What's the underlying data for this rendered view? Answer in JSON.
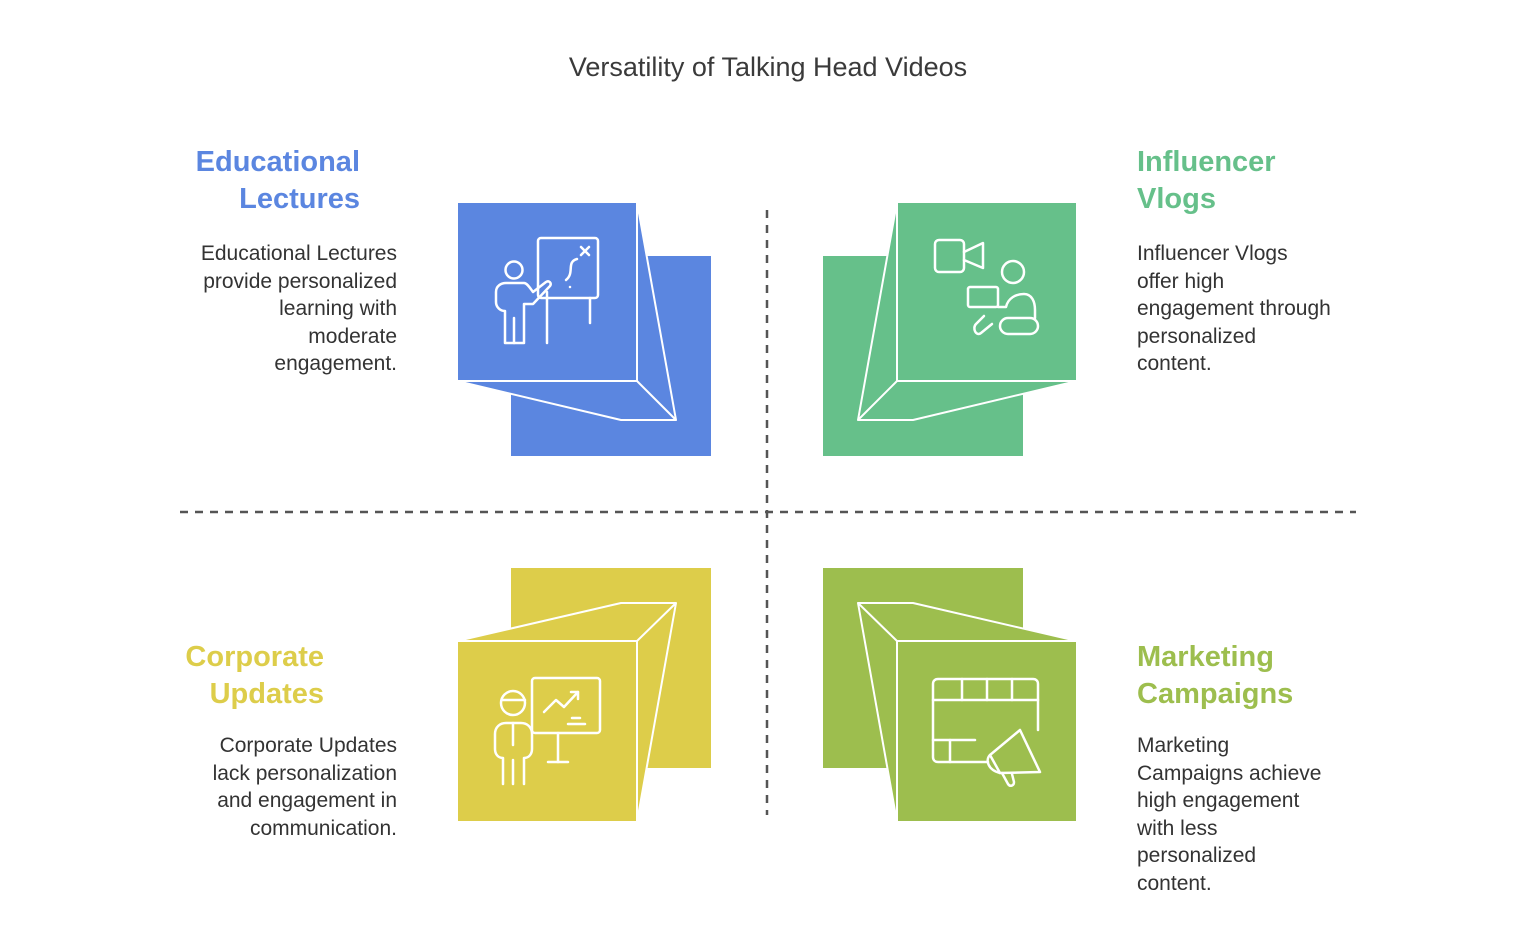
{
  "title": "Versatility of Talking Head Videos",
  "colors": {
    "educational": "#5B86E0",
    "influencer": "#66C08A",
    "corporate": "#DDCD4A",
    "marketing": "#9DBE4E",
    "divider": "#555555",
    "text": "#333333"
  },
  "quadrants": {
    "educational": {
      "heading": [
        "Educational",
        "Lectures"
      ],
      "description": [
        "Educational Lectures",
        "provide personalized",
        "learning with",
        "moderate",
        "engagement."
      ],
      "icon": "teacher-whiteboard-icon"
    },
    "influencer": {
      "heading": [
        "Influencer",
        "Vlogs"
      ],
      "description": [
        "Influencer Vlogs",
        "offer high",
        "engagement through",
        "personalized",
        "content."
      ],
      "icon": "video-laptop-person-icon"
    },
    "corporate": {
      "heading": [
        "Corporate",
        "Updates"
      ],
      "description": [
        "Corporate Updates",
        "lack personalization",
        "and engagement in",
        "communication."
      ],
      "icon": "presenter-chart-icon"
    },
    "marketing": {
      "heading": [
        "Marketing",
        "Campaigns"
      ],
      "description": [
        "Marketing",
        "Campaigns achieve",
        "high engagement",
        "with less",
        "personalized",
        "content."
      ],
      "icon": "video-megaphone-icon"
    }
  }
}
